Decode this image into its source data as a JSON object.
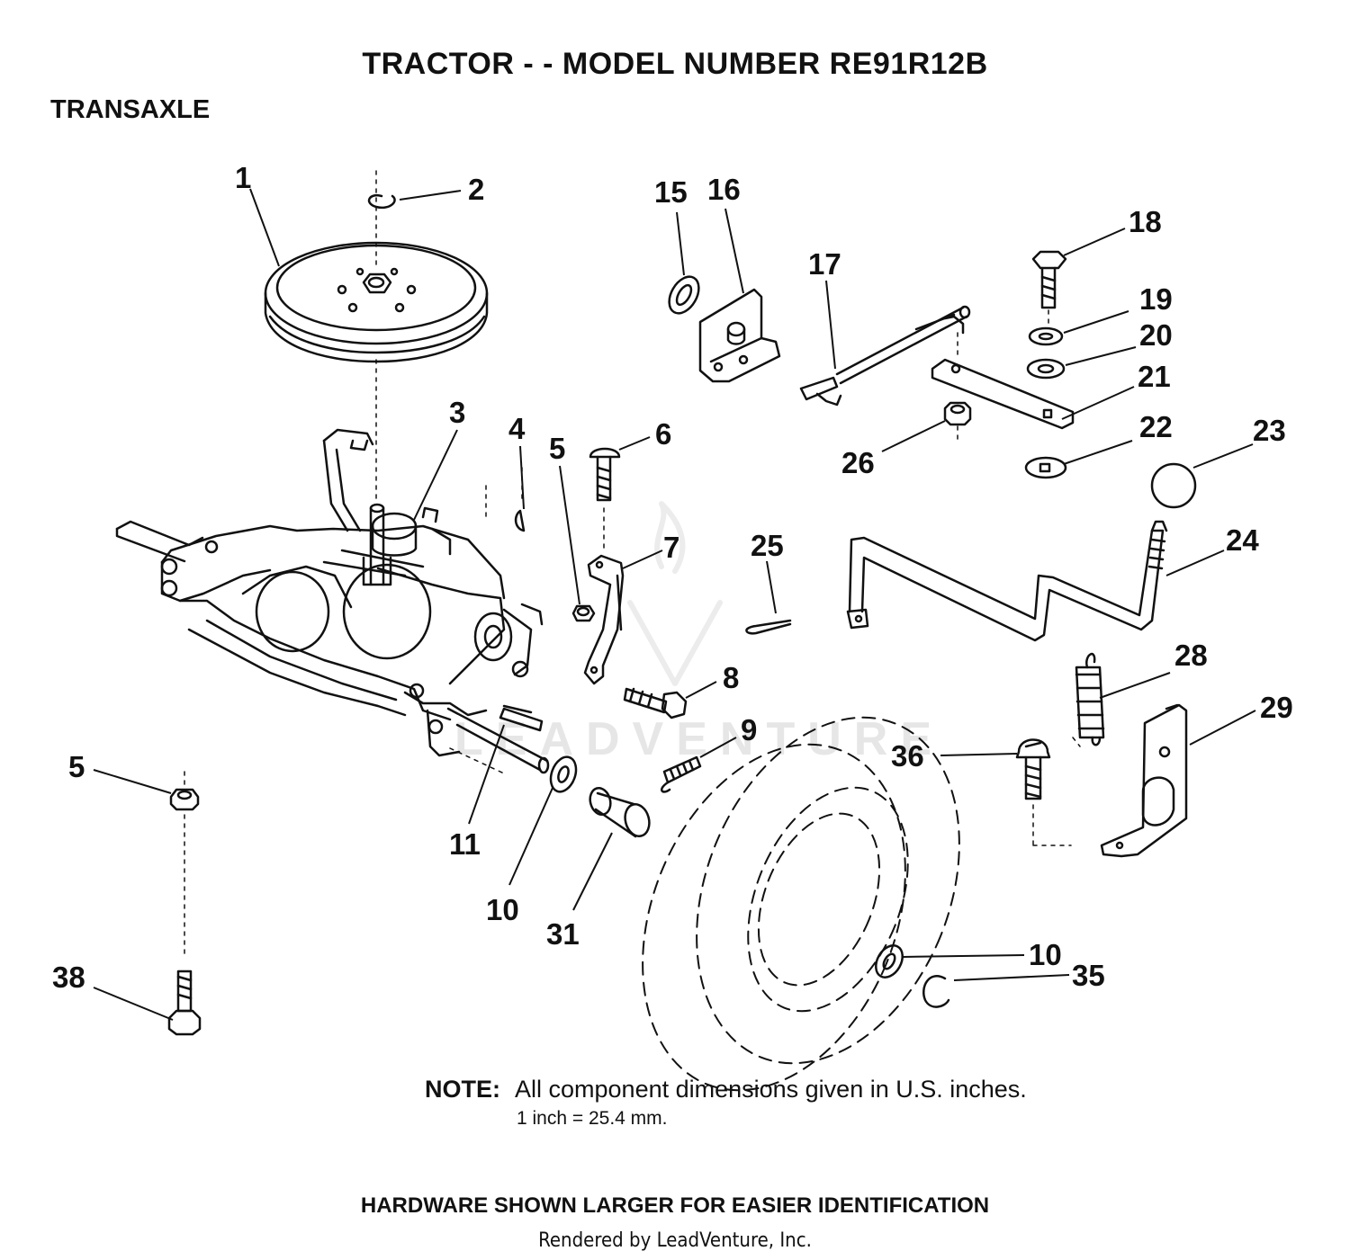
{
  "title": "TRACTOR - - MODEL NUMBER RE91R12B",
  "section": "TRANSAXLE",
  "watermark": "LEADVENTURE",
  "note": {
    "label": "NOTE:",
    "text": "All component dimensions given in U.S. inches.",
    "conversion": "1 inch = 25.4 mm."
  },
  "hardware_note": "HARDWARE SHOWN LARGER FOR EASIER IDENTIFICATION",
  "rendered_by": "Rendered by LeadVenture, Inc.",
  "callouts": [
    "1",
    "2",
    "3",
    "4",
    "5",
    "6",
    "7",
    "8",
    "9",
    "10",
    "11",
    "15",
    "16",
    "17",
    "18",
    "19",
    "20",
    "21",
    "22",
    "23",
    "24",
    "25",
    "26",
    "28",
    "29",
    "31",
    "35",
    "36",
    "38"
  ],
  "callout_lines": [
    "5",
    "10"
  ]
}
